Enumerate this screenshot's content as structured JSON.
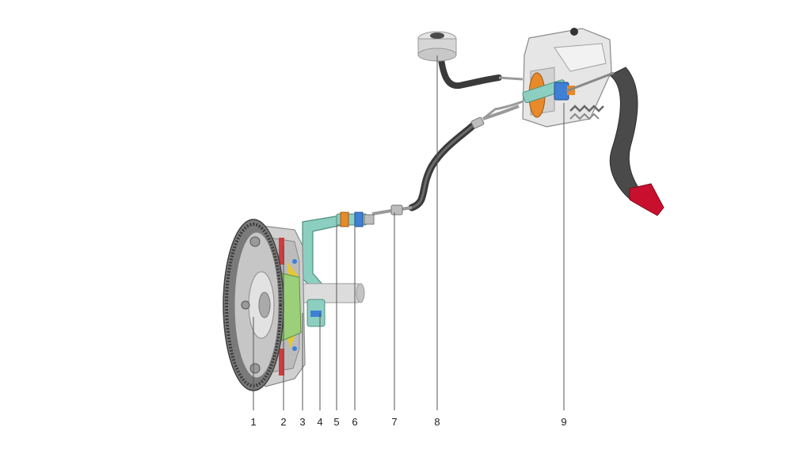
{
  "diagram": {
    "callouts": [
      {
        "id": "1",
        "label": "1"
      },
      {
        "id": "2",
        "label": "2"
      },
      {
        "id": "3",
        "label": "3"
      },
      {
        "id": "4",
        "label": "4"
      },
      {
        "id": "5",
        "label": "5"
      },
      {
        "id": "6",
        "label": "6"
      },
      {
        "id": "7",
        "label": "7"
      },
      {
        "id": "8",
        "label": "8"
      },
      {
        "id": "9",
        "label": "9"
      }
    ],
    "colors": {
      "background": "#ffffff",
      "hose": "#3a3a3a",
      "hydraulic_part": "#8ccfc0",
      "pedal_arm": "#4a4a4a",
      "pedal_pad": "#c8102e",
      "housing_grey": "#d9d9d9",
      "orange_detail": "#e8892a",
      "blue_detail": "#3f7fd6",
      "callout_line": "#555555"
    },
    "icons": [
      "flywheel-icon",
      "clutch-pressure-plate-icon",
      "release-bearing-icon",
      "slave-cylinder-icon",
      "fluid-reservoir-icon",
      "master-cylinder-icon",
      "clutch-pedal-icon"
    ]
  }
}
